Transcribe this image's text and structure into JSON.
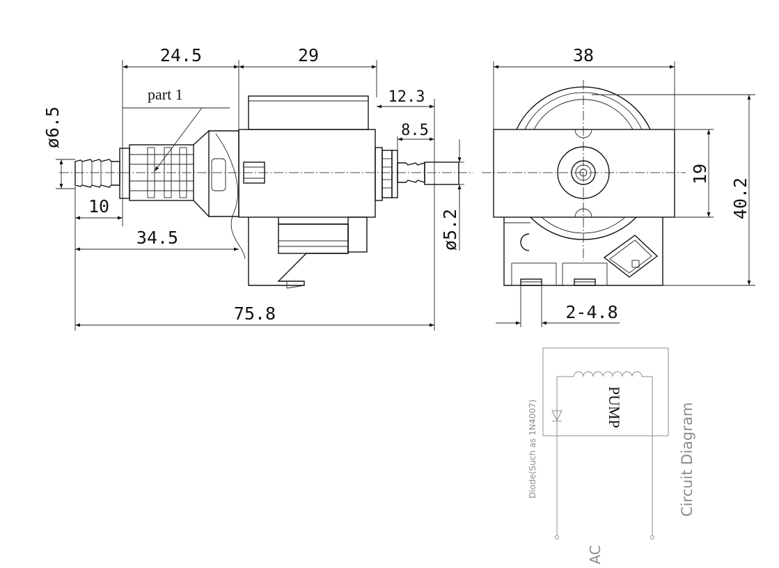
{
  "side_view": {
    "dim_24_5": "24.5",
    "dim_29": "29",
    "dim_12_3": "12.3",
    "dim_8_5": "8.5",
    "dim_d6_5": "ø6.5",
    "dim_10": "10",
    "dim_34_5": "34.5",
    "dim_d5_2": "ø5.2",
    "dim_75_8": "75.8",
    "part_label": "part 1"
  },
  "front_view": {
    "dim_38": "38",
    "dim_19": "19",
    "dim_40_2": "40.2",
    "dim_2_4_8": "2-4.8"
  },
  "circuit": {
    "pump_label": "PUMP",
    "diode_label": "Diode(Such as 1N4007)",
    "title": "Circuit Diagram",
    "ac_label": "AC"
  }
}
